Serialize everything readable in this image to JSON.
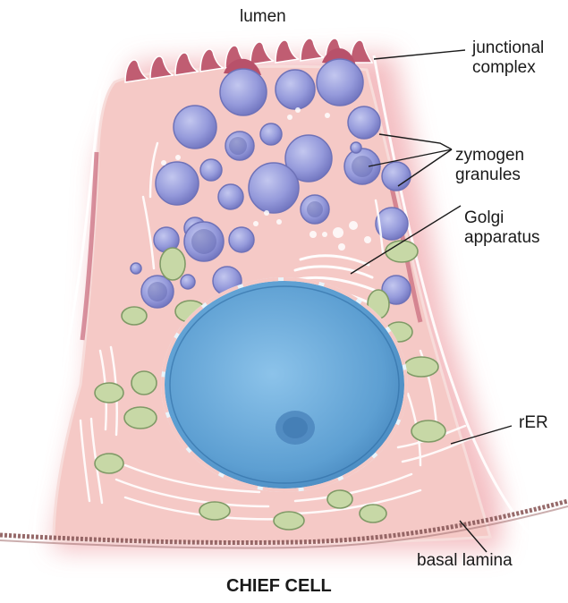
{
  "labels": {
    "lumen": "lumen",
    "junctional_complex": [
      "junctional",
      "complex"
    ],
    "zymogen_granules": [
      "zymogen",
      "granules"
    ],
    "golgi_apparatus": [
      "Golgi",
      "apparatus"
    ],
    "rer": "rER",
    "basal_lamina": "basal lamina"
  },
  "caption": "CHIEF CELL",
  "colors": {
    "cytoplasm": "#f4c6c4",
    "halo": "#f2b3b8",
    "granule": "#8f94d6",
    "nucleus": "#6aa7d6",
    "mitochondrion": "#c7d8a6",
    "junction": "#b9586a",
    "basal_lamina": "#8b5a5a"
  },
  "icons": [
    "chief-cell-illustration"
  ]
}
